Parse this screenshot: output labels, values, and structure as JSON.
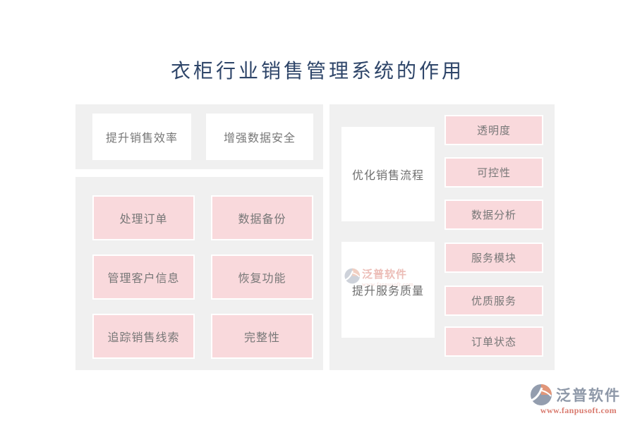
{
  "title": "衣柜行业销售管理系统的作用",
  "left_top_cards": [
    "提升销售效率",
    "增强数据安全"
  ],
  "left_bottom_cards": [
    "处理订单",
    "数据备份",
    "管理客户信息",
    "恢复功能",
    "追踪销售线索",
    "完整性"
  ],
  "right_groups": [
    {
      "label": "优化销售流程",
      "items": [
        "透明度",
        "可控性",
        "数据分析"
      ]
    },
    {
      "label": "提升服务质量",
      "items": [
        "服务模块",
        "优质服务",
        "订单状态"
      ]
    }
  ],
  "watermark": {
    "brand": "泛普软件",
    "url": "www.fanpusoft.com"
  },
  "footer": {
    "brand": "泛普软件",
    "url": "www.fanpusoft.com"
  },
  "colors": {
    "title": "#2e4569",
    "panel_gray": "#f0f0f0",
    "card_pink": "#f9d9dc",
    "label_gray": "#777777",
    "brand_gray": "#8e98a8",
    "brand_salmon": "#d97a6e"
  }
}
